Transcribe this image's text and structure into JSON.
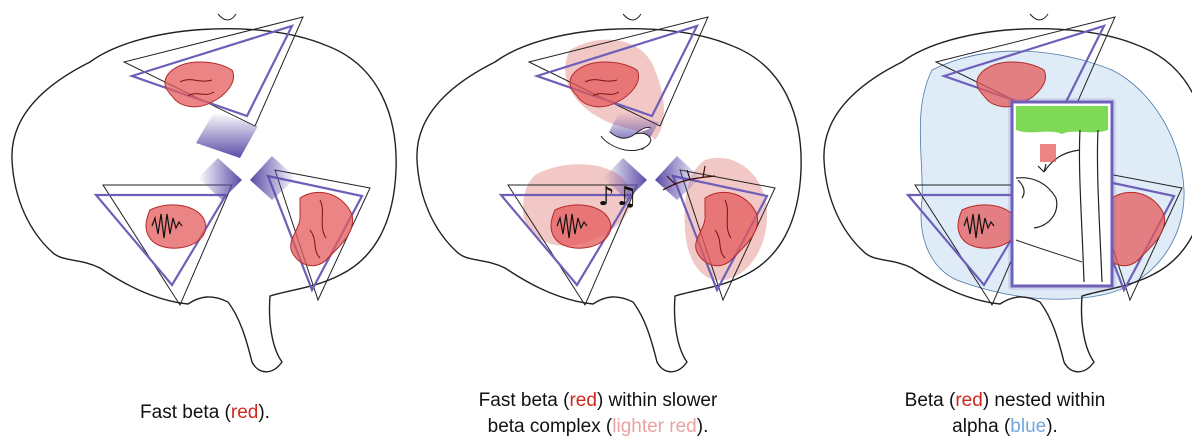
{
  "panels": [
    {
      "caption_parts": [
        "Fast beta (",
        "red",
        ")."
      ]
    },
    {
      "caption_parts": [
        "Fast beta (",
        "red",
        ") within slower",
        "beta complex (",
        "lighter red",
        ")."
      ]
    },
    {
      "caption_parts": [
        "Beta (",
        "red",
        ") nested within",
        "alpha (",
        "blue",
        ")."
      ]
    }
  ],
  "colors": {
    "fast_beta": "#d0271d",
    "slow_beta": "#eaa3a0",
    "alpha": "#6fa8dc",
    "window_frame": "#6e5fb8"
  }
}
